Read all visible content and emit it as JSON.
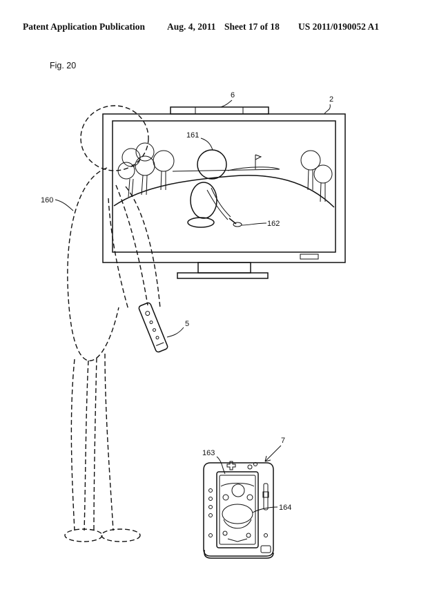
{
  "header": {
    "publication": "Patent Application Publication",
    "date": "Aug. 4, 2011",
    "sheet": "Sheet 17 of 18",
    "number": "US 2011/0190052 A1"
  },
  "figure": {
    "label": "Fig. 20",
    "refs": {
      "tv": "2",
      "marker": "6",
      "player_character": "161",
      "club": "162",
      "user": "160",
      "controller": "5",
      "terminal": "7",
      "terminal_screen_top": "163",
      "terminal_screen_bottom": "164"
    }
  }
}
